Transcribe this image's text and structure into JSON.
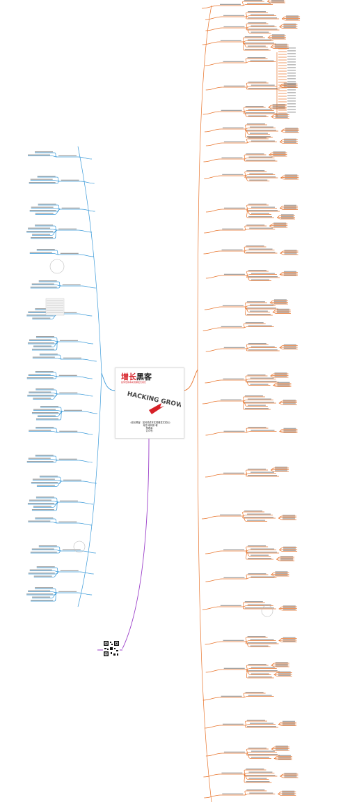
{
  "center": {
    "cover_title_red": "增长",
    "cover_title_dark": "黑客",
    "cover_subtitle": "如何低成本实现爆发式成长",
    "cover_art_text": "HACKING GROWTH",
    "caption_lines": [
      "《增长黑客：如何低成本实现爆发式成长》",
      "肖恩·埃利斯 著",
      "整理者：",
      "公众号："
    ]
  },
  "colors": {
    "right_branch": "#e8732a",
    "left_branch": "#3a9ad9",
    "bottom_branch": "#9b3fc9",
    "text": "#555555",
    "cover_red": "#d62027"
  },
  "icons": {
    "qr": "qr-code-icon"
  }
}
